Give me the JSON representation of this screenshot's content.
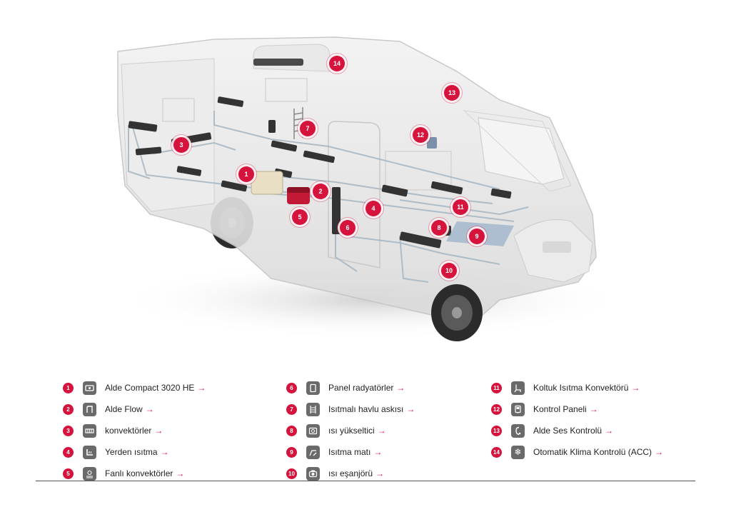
{
  "colors": {
    "accent": "#d5133c",
    "icon_bg": "#6a6a6a",
    "text": "#222222"
  },
  "diagram": {
    "markers": [
      "1",
      "2",
      "3",
      "4",
      "5",
      "6",
      "7",
      "8",
      "9",
      "10",
      "11",
      "12",
      "13",
      "14"
    ]
  },
  "legend": {
    "arrow": "→",
    "items": [
      {
        "num": "1",
        "label": "Alde Compact 3020 HE",
        "icon": "boiler-icon"
      },
      {
        "num": "2",
        "label": "Alde Flow",
        "icon": "flow-pump-icon"
      },
      {
        "num": "3",
        "label": "konvektörler",
        "icon": "convector-icon"
      },
      {
        "num": "4",
        "label": "Yerden ısıtma",
        "icon": "floor-heating-icon"
      },
      {
        "num": "5",
        "label": "Fanlı konvektörler",
        "icon": "fan-convector-icon"
      },
      {
        "num": "6",
        "label": "Panel radyatörler",
        "icon": "panel-radiator-icon"
      },
      {
        "num": "7",
        "label": "Isıtmalı havlu askısı",
        "icon": "towel-rail-icon"
      },
      {
        "num": "8",
        "label": "ısı yükseltici",
        "icon": "heat-booster-icon"
      },
      {
        "num": "9",
        "label": "Isıtma matı",
        "icon": "heating-mat-icon"
      },
      {
        "num": "10",
        "label": "ısı eşanjörü",
        "icon": "heat-exchanger-icon"
      },
      {
        "num": "11",
        "label": "Koltuk Isıtma Konvektörü",
        "icon": "seat-heating-icon"
      },
      {
        "num": "12",
        "label": "Kontrol Paneli",
        "icon": "control-panel-icon"
      },
      {
        "num": "13",
        "label": "Alde Ses Kontrolü",
        "icon": "voice-control-icon"
      },
      {
        "num": "14",
        "label": "Otomatik Klima Kontrolü (ACC)",
        "icon": "climate-control-icon"
      }
    ]
  }
}
